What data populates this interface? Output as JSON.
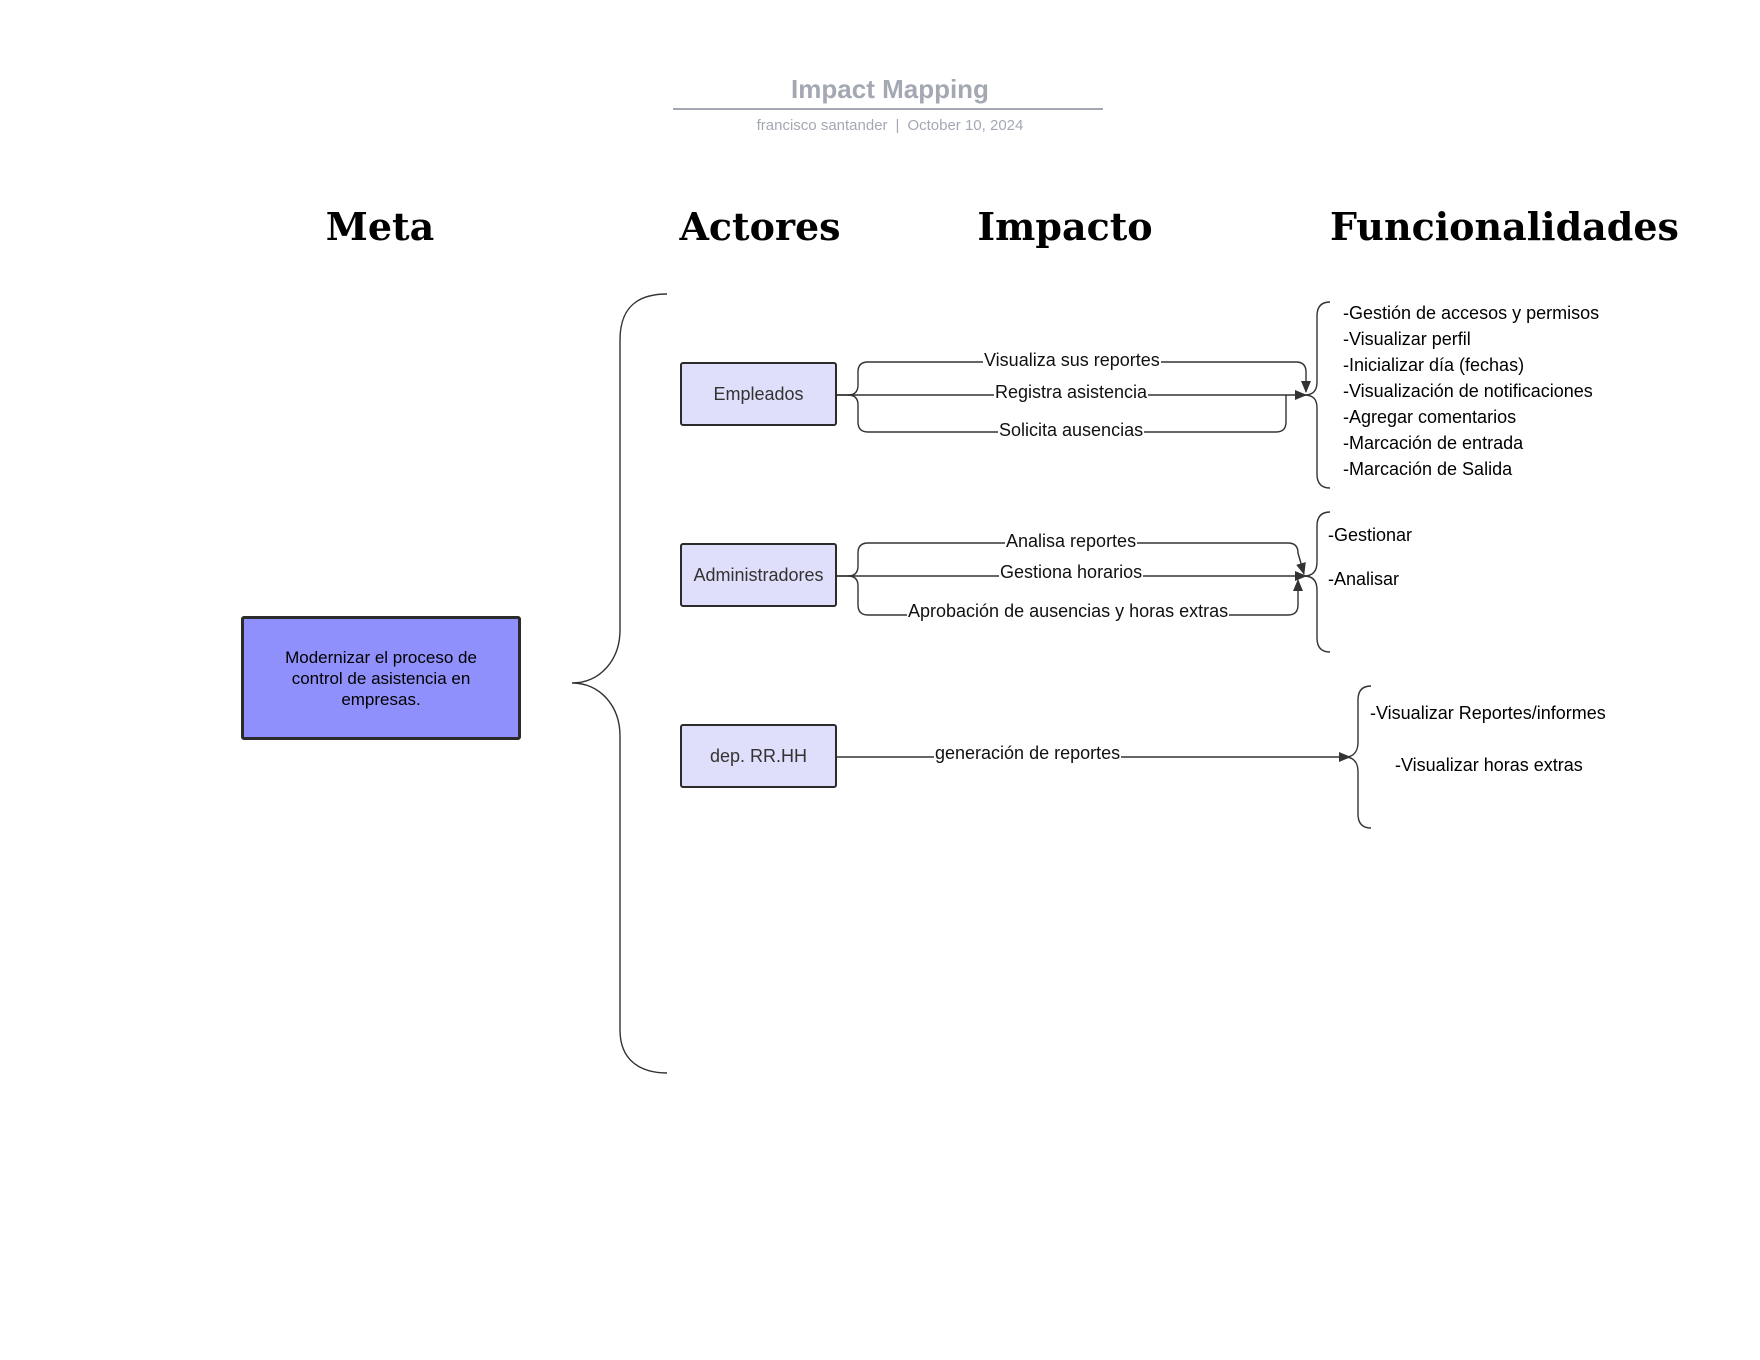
{
  "doc": {
    "title": "Impact Mapping",
    "author": "francisco santander",
    "separator": "|",
    "date": "October 10, 2024"
  },
  "columns": {
    "meta": "Meta",
    "actores": "Actores",
    "impacto": "Impacto",
    "funcionalidades": "Funcionalidades"
  },
  "goal": "Modernizar el proceso de control de asistencia en empresas.",
  "actors": [
    {
      "name": "Empleados",
      "impacts": [
        "Visualiza sus reportes",
        "Registra asistencia",
        "Solicita ausencias"
      ],
      "features": [
        "-Gestión de accesos y permisos",
        "-Visualizar perfil",
        "-Inicializar día (fechas)",
        "-Visualización de notificaciones",
        "-Agregar comentarios",
        "-Marcación de entrada",
        "-Marcación de Salida"
      ]
    },
    {
      "name": "Administradores",
      "impacts": [
        "Analisa reportes",
        "Gestiona horarios",
        "Aprobación de ausencias y horas extras"
      ],
      "features": [
        "-Gestionar",
        "-Analisar"
      ]
    },
    {
      "name": "dep. RR.HH",
      "impacts": [
        "generación de reportes"
      ],
      "features": [
        "-Visualizar Reportes/informes",
        "-Visualizar horas extras"
      ]
    }
  ],
  "colors": {
    "goal_fill": "#9090fc",
    "actor_fill": "#dfdffc",
    "header_gray": "#a3a8b3",
    "line": "#333333"
  }
}
